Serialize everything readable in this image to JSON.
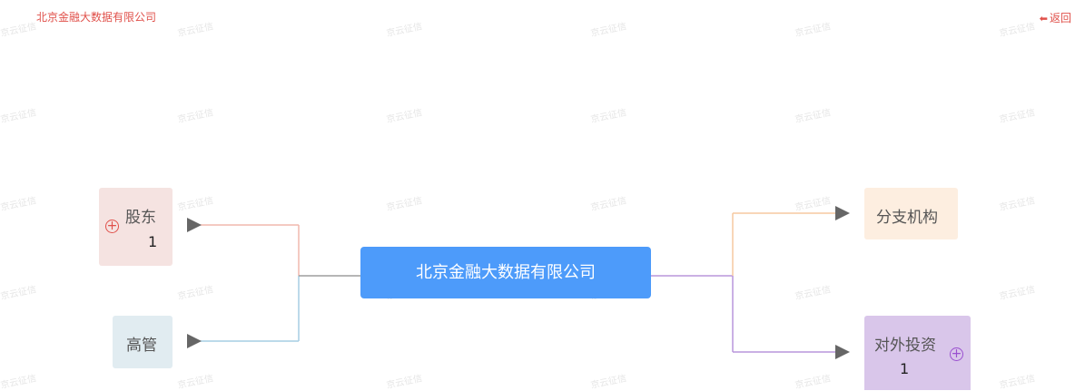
{
  "header": {
    "company_link": "北京金融大数据有限公司",
    "back_label": "返回"
  },
  "watermark": "京云征信",
  "graph": {
    "center": {
      "label": "北京金融大数据有限公司",
      "color": "#4d9bfa"
    },
    "left_nodes": [
      {
        "label": "股东",
        "count": "1",
        "expandable": true,
        "bg": "#f5e3e1",
        "edge_color": "#f0b9ad",
        "expand_color": "#e0504a"
      },
      {
        "label": "高管",
        "count": "",
        "expandable": false,
        "bg": "#e1ecf1",
        "edge_color": "#a6cde3"
      }
    ],
    "right_nodes": [
      {
        "label": "分支机构",
        "count": "",
        "expandable": false,
        "bg": "#fdeee0",
        "edge_color": "#f6c9a0"
      },
      {
        "label": "对外投资",
        "count": "1",
        "expandable": true,
        "bg": "#d9c6ea",
        "edge_color": "#b996dc",
        "expand_color": "#9a4fd0"
      }
    ]
  }
}
